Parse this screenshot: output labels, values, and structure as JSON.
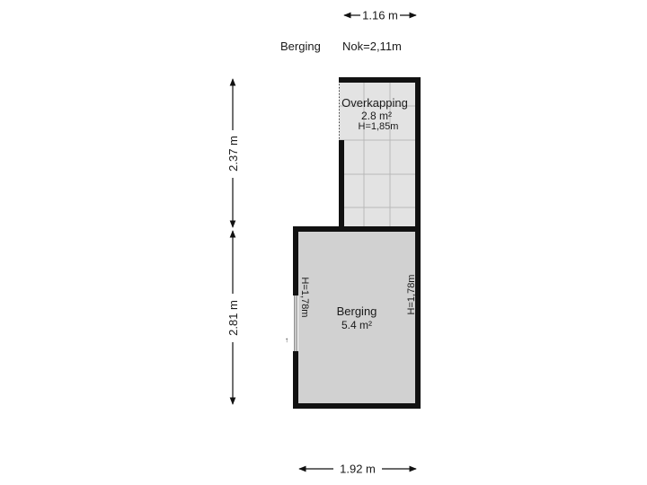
{
  "header": {
    "floor_name": "Berging",
    "ridge_height": "Nok=2,11m"
  },
  "dimensions": {
    "top_width": "1.16 m",
    "bottom_width": "1.92 m",
    "left_upper_height": "2.37 m",
    "left_lower_height": "2.81 m"
  },
  "rooms": {
    "overkapping": {
      "name": "Overkapping",
      "area": "2.8 m²",
      "height": "H=1,85m"
    },
    "berging": {
      "name": "Berging",
      "area": "5.4 m²",
      "height_left": "H=1,78m",
      "height_right": "H=1,78m"
    }
  },
  "door": {
    "arrow": "↑"
  },
  "colors": {
    "wall": "#111111",
    "room_fill": "#d1d1d1",
    "overkapping_fill": "#e3e3e3",
    "tile_line": "#b8b8b8",
    "dimension_line": "#111111"
  }
}
